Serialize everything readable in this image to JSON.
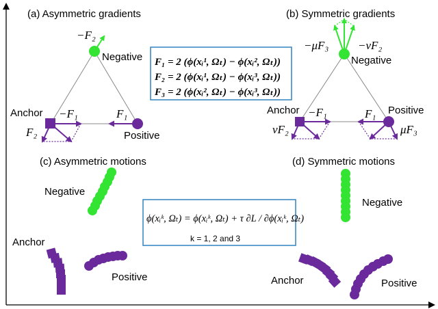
{
  "colors": {
    "negative": "#33e433",
    "anchor": "#6a2a9c",
    "positive": "#6a2a9c",
    "box_border": "#2f82c0",
    "arrow_green": "#33e433",
    "arrow_purple": "#6a2a9c"
  },
  "panels": {
    "a": {
      "title": "(a) Asymmetric gradients",
      "negative": "Negative",
      "anchor": "Anchor",
      "positive": "Positive",
      "f2_neg": "−F₂",
      "f1_neg": "−F₁",
      "f1": "F₁",
      "f2": "F₂"
    },
    "b": {
      "title": "(b) Symmetric gradients",
      "negative": "Negative",
      "anchor": "Anchor",
      "positive": "Positive",
      "mu_f3": "−μF₃",
      "nu_f2": "−νF₂",
      "f1_neg": "−F₁",
      "f1": "F₁",
      "nu_f2_pos": "νF₂",
      "mu_f3_pos": "μF₃"
    },
    "c": {
      "title": "(c) Asymmetric motions",
      "negative": "Negative",
      "anchor": "Anchor",
      "positive": "Positive"
    },
    "d": {
      "title": "(d) Symmetric motions",
      "negative": "Negative",
      "anchor": "Anchor",
      "positive": "Positive"
    }
  },
  "equations": {
    "e1": "F₁ = 2 (ϕ(xᵢ¹, Ωₜ) − ϕ(xᵢ², Ωₜ))",
    "e2": "F₂ = 2 (ϕ(xᵢ¹, Ωₜ) − ϕ(xᵢ³, Ωₜ))",
    "e3": "F₃ = 2 (ϕ(xᵢ², Ωₜ) − ϕ(xᵢ³, Ωₜ))",
    "update": "ϕ(xᵢᵏ, Ωₜ) = ϕ(xᵢᵏ, Ωₜ) + τ ∂L / ∂ϕ(xᵢᵏ, Ωₜ)",
    "k_note": "k = 1, 2 and 3"
  }
}
